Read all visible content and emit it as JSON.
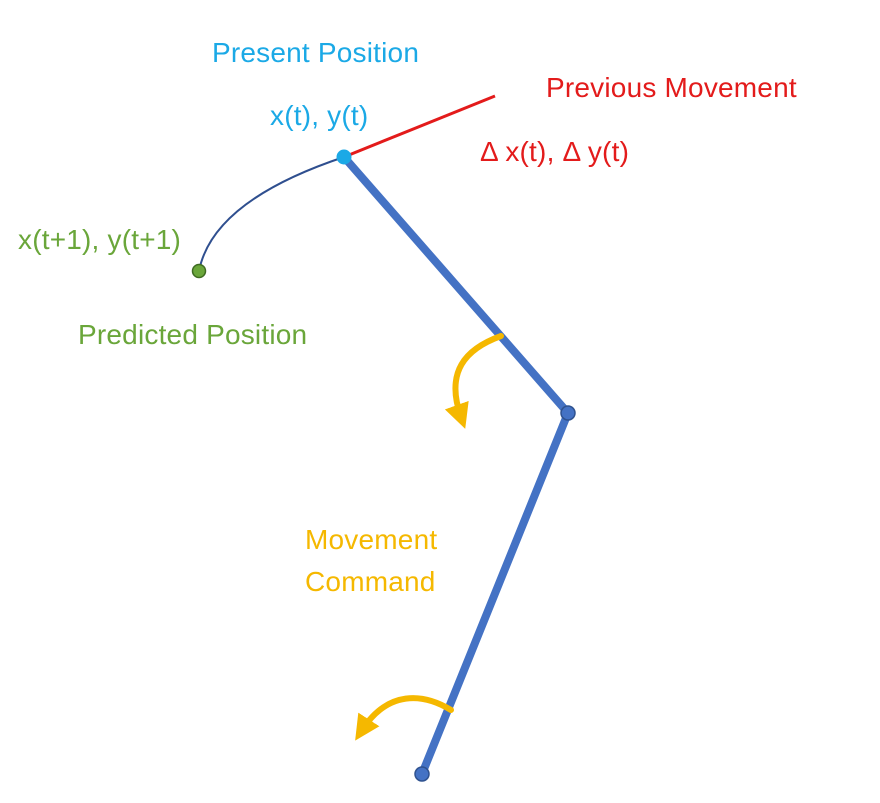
{
  "labels": {
    "present_position_title": "Present Position",
    "present_position_coords": "x(t), y(t)",
    "previous_movement_title": "Previous Movement",
    "previous_movement_delta": "Δ x(t), Δ y(t)",
    "predicted_position_coords": "x(t+1), y(t+1)",
    "predicted_position_title": "Predicted Position",
    "movement_command_line1": "Movement",
    "movement_command_line2": "Command"
  },
  "colors": {
    "present": "#1ba9e6",
    "previous_movement": "#e31b1b",
    "predicted": "#6aa63a",
    "arm_link": "#4472c4",
    "joint": "#4472c4",
    "predicted_path": "#2f4f8f",
    "movement_command": "#f5b800"
  }
}
